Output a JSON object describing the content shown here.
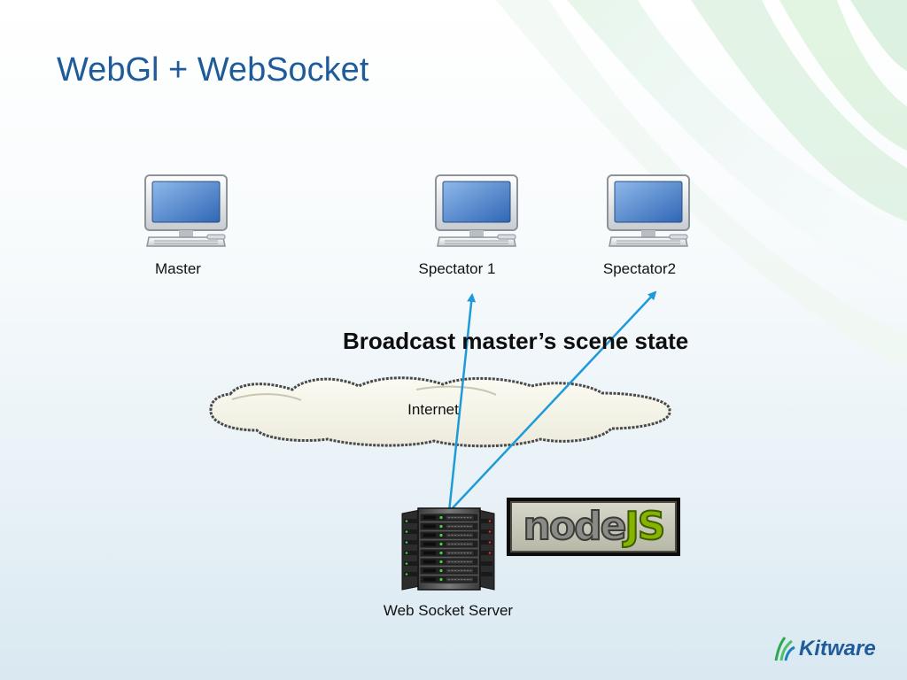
{
  "title": "WebGl + WebSocket",
  "nodes": {
    "master": "Master",
    "spectator1": "Spectator 1",
    "spectator2": "Spectator2",
    "server": "Web Socket Server",
    "cloud": "Internet"
  },
  "annotation": "Broadcast master’s scene state",
  "logos": {
    "node": "node",
    "node_js": "JS",
    "kitware": "Kitware"
  },
  "colors": {
    "title": "#1f5b9a",
    "arrow": "#1e9bd7",
    "green_swoosh": "#bfe6c7",
    "nodejs_green": "#86b400"
  },
  "icons": {
    "computer": "computer-monitor-icon",
    "server": "server-rack-icon",
    "cloud": "cloud-icon",
    "kitware": "kitware-logo-icon"
  }
}
